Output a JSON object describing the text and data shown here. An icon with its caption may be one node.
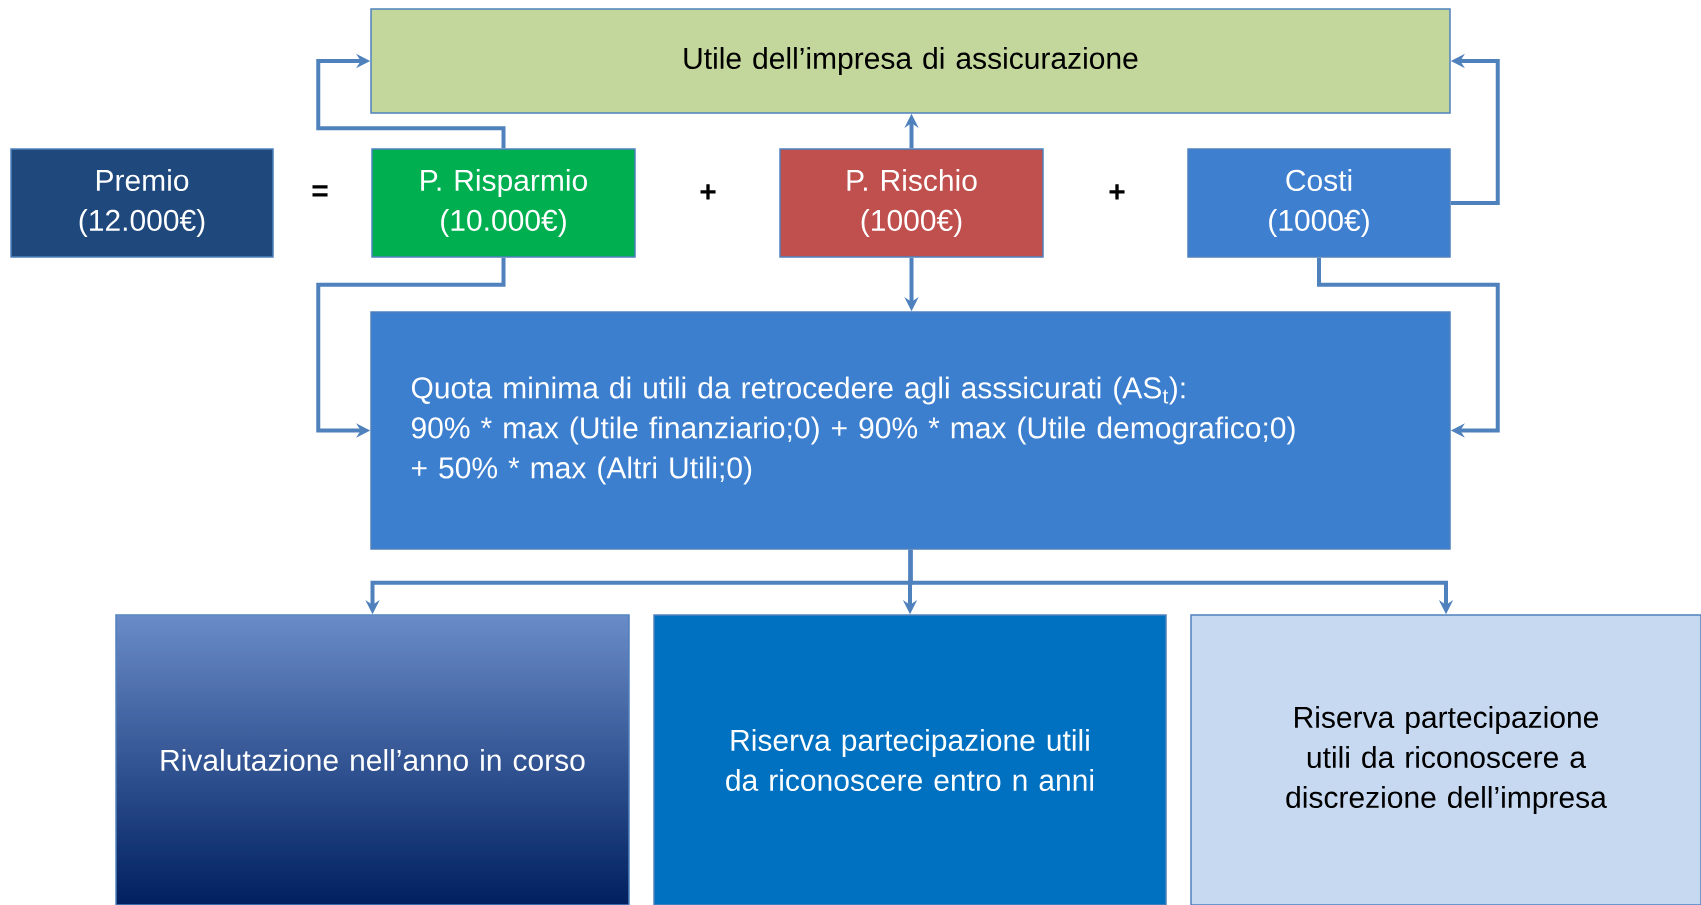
{
  "diagram": {
    "nodes": [
      {
        "text": [
          "Utile dell’impresa di assicurazione"
        ]
      },
      {
        "text": [
          "Premio (12.000€)"
        ]
      },
      {
        "text": [
          "P. Risparmio (10.000€)"
        ]
      },
      {
        "text": [
          "P. Rischio (1000€)"
        ]
      },
      {
        "text": [
          "Costi (1000€)"
        ]
      },
      {
        "text": [
          "Quota minima di utili da retrocedere agli asssicurati (AS$_{t}$):",
          "90% * max (Utile finanziario;0) + 90% * max (Utile demografico;0)",
          "+ 50% * max (Altri Utili;0)"
        ]
      },
      {
        "text": [
          "Rivalutazione nell’anno in corso"
        ]
      },
      {
        "text": [
          "Riserva partecipazione utili da riconoscere entro n anni"
        ]
      },
      {
        "text": [
          "Riserva partecipazione utili da riconoscere a discrezione dell’impresa"
        ]
      }
    ],
    "edges": [
      {
        "from": 2,
        "to": 0,
        "arrow": "to"
      },
      {
        "from": 3,
        "to": 0,
        "arrow": "to"
      },
      {
        "from": 4,
        "to": 0,
        "arrow": "to"
      },
      {
        "from": 2,
        "to": 5,
        "arrow": "to"
      },
      {
        "from": 3,
        "to": 5,
        "arrow": "to"
      },
      {
        "from": 4,
        "to": 5,
        "arrow": "to"
      },
      {
        "from": 5,
        "to": 6,
        "arrow": "to"
      },
      {
        "from": 5,
        "to": 7,
        "arrow": "to"
      },
      {
        "from": 5,
        "to": 8,
        "arrow": "to"
      }
    ],
    "labels": [
      "=",
      "+",
      "+"
    ]
  }
}
